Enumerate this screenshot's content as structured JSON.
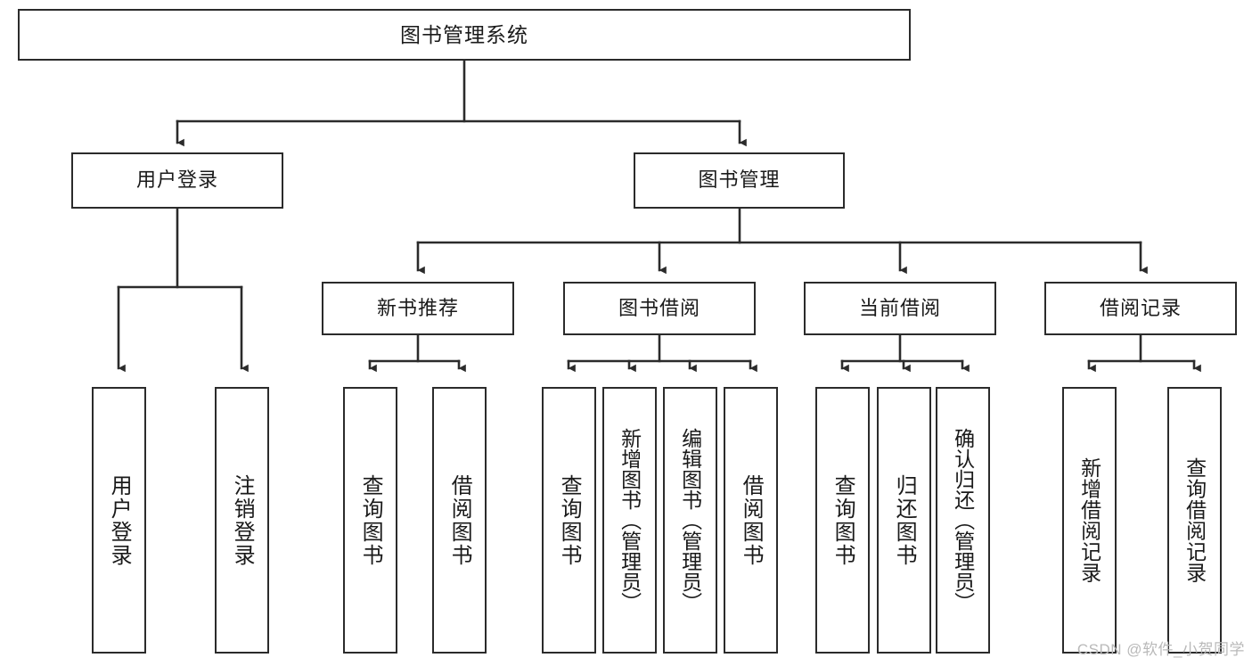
{
  "diagram": {
    "title": "图书管理系统",
    "watermark": "CSDN @软件_小贺同学",
    "colors": {
      "stroke": "#2b2b2b",
      "fill": "#ffffff",
      "text": "#1a1a1a",
      "watermark": "#b9b9b9"
    },
    "levels": {
      "root": {
        "label": "图书管理系统"
      },
      "level2": [
        {
          "id": "user-login",
          "label": "用户登录"
        },
        {
          "id": "book-management",
          "label": "图书管理"
        }
      ],
      "level3": [
        {
          "id": "new-book-recommend",
          "label": "新书推荐"
        },
        {
          "id": "book-borrow",
          "label": "图书借阅"
        },
        {
          "id": "current-borrow",
          "label": "当前借阅"
        },
        {
          "id": "borrow-record",
          "label": "借阅记录"
        }
      ],
      "leaves": {
        "user_login": [
          {
            "id": "leaf-user-login",
            "label": "用户登录"
          },
          {
            "id": "leaf-logout",
            "label": "注销登录"
          }
        ],
        "new_book_recommend": [
          {
            "id": "leaf-query-book-1",
            "label": "查询图书"
          },
          {
            "id": "leaf-borrow-book-1",
            "label": "借阅图书"
          }
        ],
        "book_borrow": [
          {
            "id": "leaf-query-book-2",
            "label": "查询图书"
          },
          {
            "id": "leaf-add-book",
            "label": "新增图书（管理员）"
          },
          {
            "id": "leaf-edit-book",
            "label": "编辑图书（管理员）"
          },
          {
            "id": "leaf-borrow-book-2",
            "label": "借阅图书"
          }
        ],
        "current_borrow": [
          {
            "id": "leaf-query-book-3",
            "label": "查询图书"
          },
          {
            "id": "leaf-return-book",
            "label": "归还图书"
          },
          {
            "id": "leaf-confirm-return",
            "label": "确认归还（管理员）"
          }
        ],
        "borrow_record": [
          {
            "id": "leaf-add-record",
            "label": "新增借阅记录"
          },
          {
            "id": "leaf-query-record",
            "label": "查询借阅记录"
          }
        ]
      }
    }
  },
  "chart_data": {
    "type": "table",
    "title": "图书管理系统 功能结构图",
    "nodes": [
      {
        "id": "root",
        "label": "图书管理系统",
        "level": 0,
        "parent": null
      },
      {
        "id": "user-login",
        "label": "用户登录",
        "level": 1,
        "parent": "root"
      },
      {
        "id": "book-management",
        "label": "图书管理",
        "level": 1,
        "parent": "root"
      },
      {
        "id": "leaf-user-login",
        "label": "用户登录",
        "level": 2,
        "parent": "user-login"
      },
      {
        "id": "leaf-logout",
        "label": "注销登录",
        "level": 2,
        "parent": "user-login"
      },
      {
        "id": "new-book-recommend",
        "label": "新书推荐",
        "level": 2,
        "parent": "book-management"
      },
      {
        "id": "book-borrow",
        "label": "图书借阅",
        "level": 2,
        "parent": "book-management"
      },
      {
        "id": "current-borrow",
        "label": "当前借阅",
        "level": 2,
        "parent": "book-management"
      },
      {
        "id": "borrow-record",
        "label": "借阅记录",
        "level": 2,
        "parent": "book-management"
      },
      {
        "id": "leaf-query-book-1",
        "label": "查询图书",
        "level": 3,
        "parent": "new-book-recommend"
      },
      {
        "id": "leaf-borrow-book-1",
        "label": "借阅图书",
        "level": 3,
        "parent": "new-book-recommend"
      },
      {
        "id": "leaf-query-book-2",
        "label": "查询图书",
        "level": 3,
        "parent": "book-borrow"
      },
      {
        "id": "leaf-add-book",
        "label": "新增图书（管理员）",
        "level": 3,
        "parent": "book-borrow"
      },
      {
        "id": "leaf-edit-book",
        "label": "编辑图书（管理员）",
        "level": 3,
        "parent": "book-borrow"
      },
      {
        "id": "leaf-borrow-book-2",
        "label": "借阅图书",
        "level": 3,
        "parent": "book-borrow"
      },
      {
        "id": "leaf-query-book-3",
        "label": "查询图书",
        "level": 3,
        "parent": "current-borrow"
      },
      {
        "id": "leaf-return-book",
        "label": "归还图书",
        "level": 3,
        "parent": "current-borrow"
      },
      {
        "id": "leaf-confirm-return",
        "label": "确认归还（管理员）",
        "level": 3,
        "parent": "current-borrow"
      },
      {
        "id": "leaf-add-record",
        "label": "新增借阅记录",
        "level": 3,
        "parent": "borrow-record"
      },
      {
        "id": "leaf-query-record",
        "label": "查询借阅记录",
        "level": 3,
        "parent": "borrow-record"
      }
    ]
  }
}
